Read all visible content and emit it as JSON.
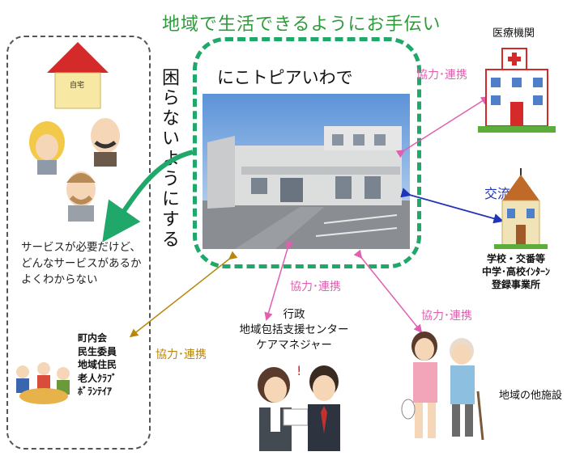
{
  "title": "地域で生活できるようにお手伝い",
  "facility_name": "にこトピアいわで",
  "vertical_text": "困らないようにする",
  "home_label": "自宅",
  "service_text": "サービスが必要だけど、どんなサービスがあるかよくわからない",
  "community_lines": [
    "町内会",
    "民生委員",
    "地域住民",
    "老人ｸﾗﾌﾞ",
    "ﾎﾞﾗﾝﾃｲｱ"
  ],
  "hospital_label": "医療機関",
  "coop_hospital": "協力･連携",
  "coop_admin": "協力･連携",
  "coop_other": "協力･連携",
  "coop_community": "協力･連携",
  "exchange_label": "交流",
  "school_lines": [
    "学校・交番等",
    "中学･高校ｲﾝﾀｰﾝ",
    "登録事業所"
  ],
  "admin_lines": [
    "行政",
    "地域包括支援センター",
    "ケアマネジャー"
  ],
  "other_facilities_label": "地域の他施設",
  "colors": {
    "title_green": "#2e9b3a",
    "frame_green": "#1fa86a",
    "coop_pink": "#e060b0",
    "coop_brown": "#b8860b",
    "exchange_blue": "#2233bb"
  }
}
